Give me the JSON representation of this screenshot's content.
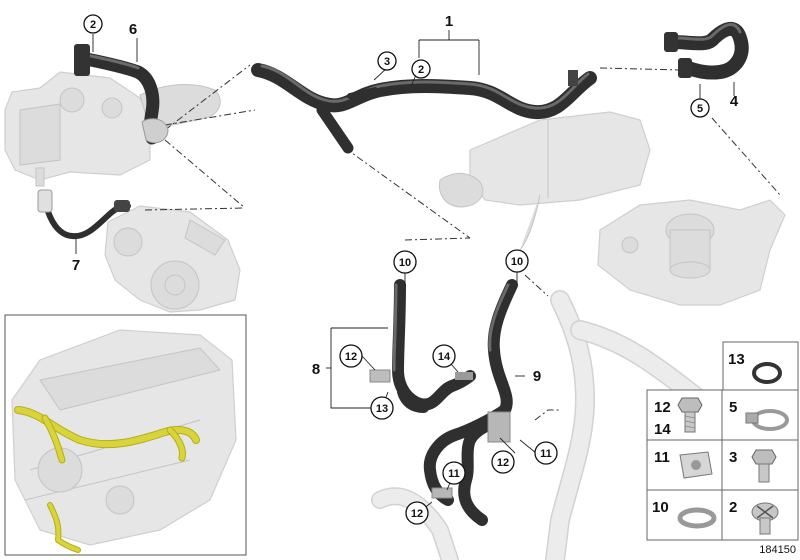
{
  "diagram_id": "184150",
  "callouts": {
    "c1": "1",
    "c2a": "2",
    "c2b": "2",
    "c3": "3",
    "c4": "4",
    "c5": "5",
    "c6": "6",
    "c7": "7",
    "c8": "8",
    "c9": "9",
    "c10a": "10",
    "c10b": "10",
    "c11a": "11",
    "c11b": "11",
    "c12a": "12",
    "c12b": "12",
    "c12c": "12",
    "c13": "13",
    "c14": "14"
  },
  "legend": {
    "cells": [
      {
        "labels": [
          "13"
        ],
        "part": "o-ring"
      },
      {
        "labels": [
          "12",
          "14"
        ],
        "part": "hex-bolt"
      },
      {
        "labels": [
          "5"
        ],
        "part": "hose-clamp-screw"
      },
      {
        "labels": [
          "11"
        ],
        "part": "spring-nut"
      },
      {
        "labels": [
          "3"
        ],
        "part": "bolt"
      },
      {
        "labels": [
          "10"
        ],
        "part": "hose-clamp"
      },
      {
        "labels": [
          "2"
        ],
        "part": "oval-head-screw"
      }
    ]
  },
  "colors": {
    "hose": "#2f2f2f",
    "ghost": "#e6e6e6",
    "highlight": "#d9d43a",
    "line": "#222222"
  }
}
